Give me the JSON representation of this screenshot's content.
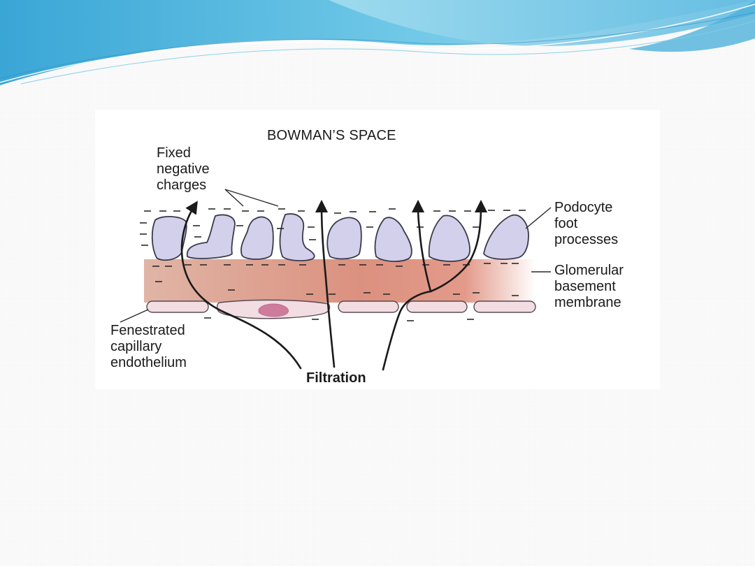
{
  "colors": {
    "banner_light": "#a8dff0",
    "banner_mid": "#6cc6e6",
    "banner_dark": "#3aa6d6",
    "podocyte_fill": "#d3d0ec",
    "podocyte_stroke": "#3a3a4a",
    "membrane": "#d98f7f",
    "endothelium_fill": "#f1dde2",
    "nucleus": "#cf7c9c"
  },
  "diagram": {
    "title": "BOWMAN’S SPACE",
    "labels": {
      "fixed_charges": [
        "Fixed",
        "negative",
        "charges"
      ],
      "podocyte": [
        "Podocyte",
        "foot",
        "processes"
      ],
      "gbm": [
        "Glomerular",
        "basement",
        "membrane"
      ],
      "endothelium": [
        "Fenestrated",
        "capillary",
        "endothelium"
      ],
      "filtration": "Filtration"
    },
    "icons": {
      "arrow": "filtration-arrow-icon"
    }
  }
}
